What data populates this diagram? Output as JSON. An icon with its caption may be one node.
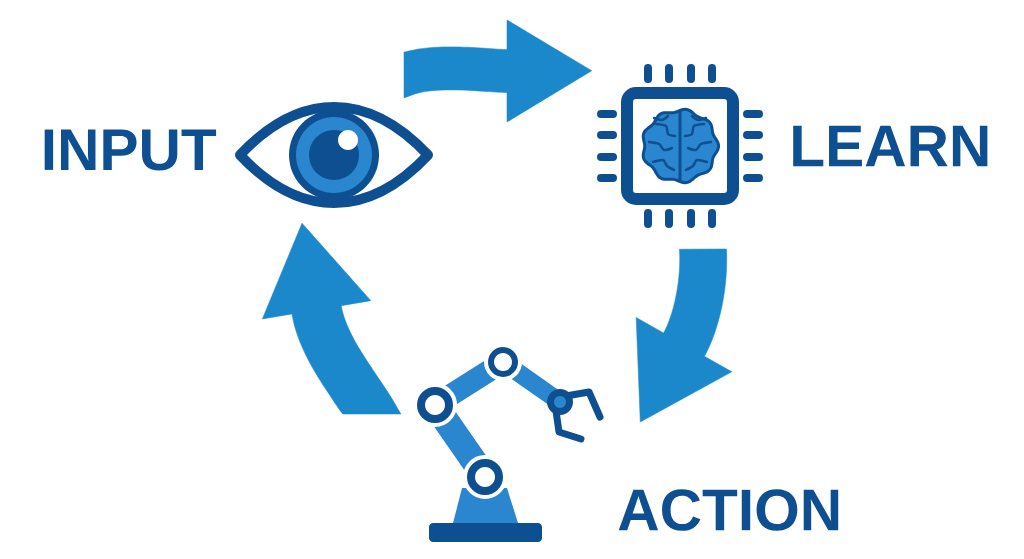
{
  "diagram": {
    "nodes": [
      {
        "text": [],
        "shape": "picture",
        "beside": [
          "INPUT"
        ]
      },
      {
        "text": [],
        "shape": "picture",
        "beside": [
          "LEARN"
        ]
      },
      {
        "text": [],
        "shape": "picture",
        "beside": [
          "ACTION"
        ]
      }
    ],
    "edges": [
      {
        "from": 0,
        "to": 1,
        "arrow": "to"
      },
      {
        "from": 1,
        "to": 2,
        "arrow": "to"
      },
      {
        "from": 2,
        "to": 0,
        "arrow": "to"
      }
    ]
  }
}
